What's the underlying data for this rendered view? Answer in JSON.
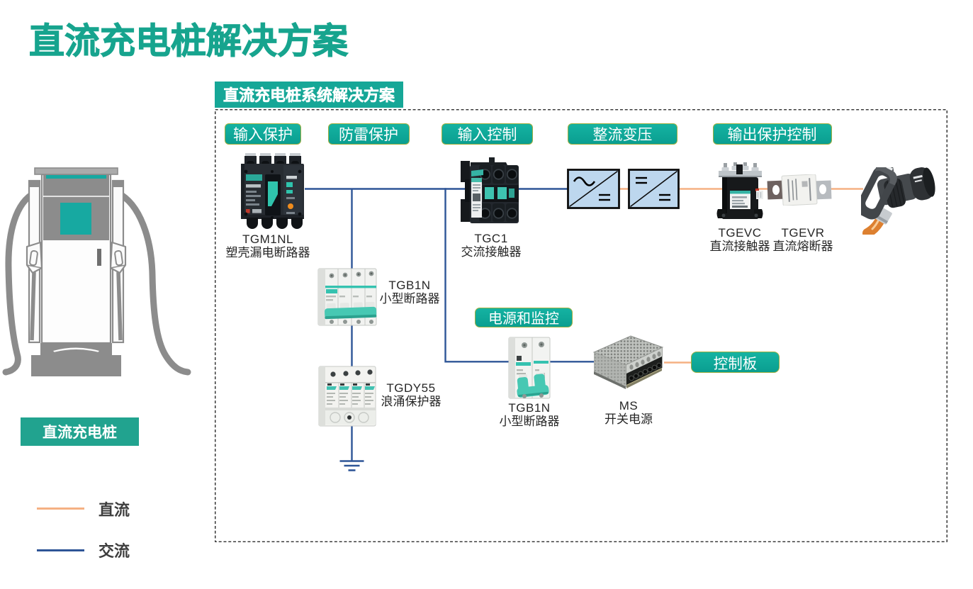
{
  "page": {
    "title": "直流充电桩解决方案"
  },
  "panel": {
    "header": "直流充电桩系统解决方案"
  },
  "pile": {
    "label": "直流充电桩"
  },
  "stages": [
    {
      "label": "输入保护"
    },
    {
      "label": "防雷保护"
    },
    {
      "label": "输入控制"
    },
    {
      "label": "整流变压"
    },
    {
      "label": "输出保护控制"
    },
    {
      "label": "电源和监控"
    },
    {
      "label": "控制板"
    }
  ],
  "components": [
    {
      "model": "TGM1NL",
      "desc": "塑壳漏电断路器"
    },
    {
      "model": "TGC1",
      "desc": "交流接触器"
    },
    {
      "model": "TGB1N",
      "desc": "小型断路器"
    },
    {
      "model": "TGDY55",
      "desc": "浪涌保护器"
    },
    {
      "model": "TGEVC",
      "desc": "直流接触器"
    },
    {
      "model": "TGEVR",
      "desc": "直流熔断器"
    },
    {
      "model": "TGB1N",
      "desc": "小型断路器"
    },
    {
      "model": "MS",
      "desc": "开关电源"
    }
  ],
  "legend": [
    {
      "label": "直流",
      "color": "#F5B183"
    },
    {
      "label": "交流",
      "color": "#2E5597"
    }
  ],
  "colors": {
    "accent_teal": "#16A797",
    "ac_line_blue": "#2E5597",
    "dc_line_orange": "#F5B183",
    "converter_fill": "#BDD7EE"
  }
}
